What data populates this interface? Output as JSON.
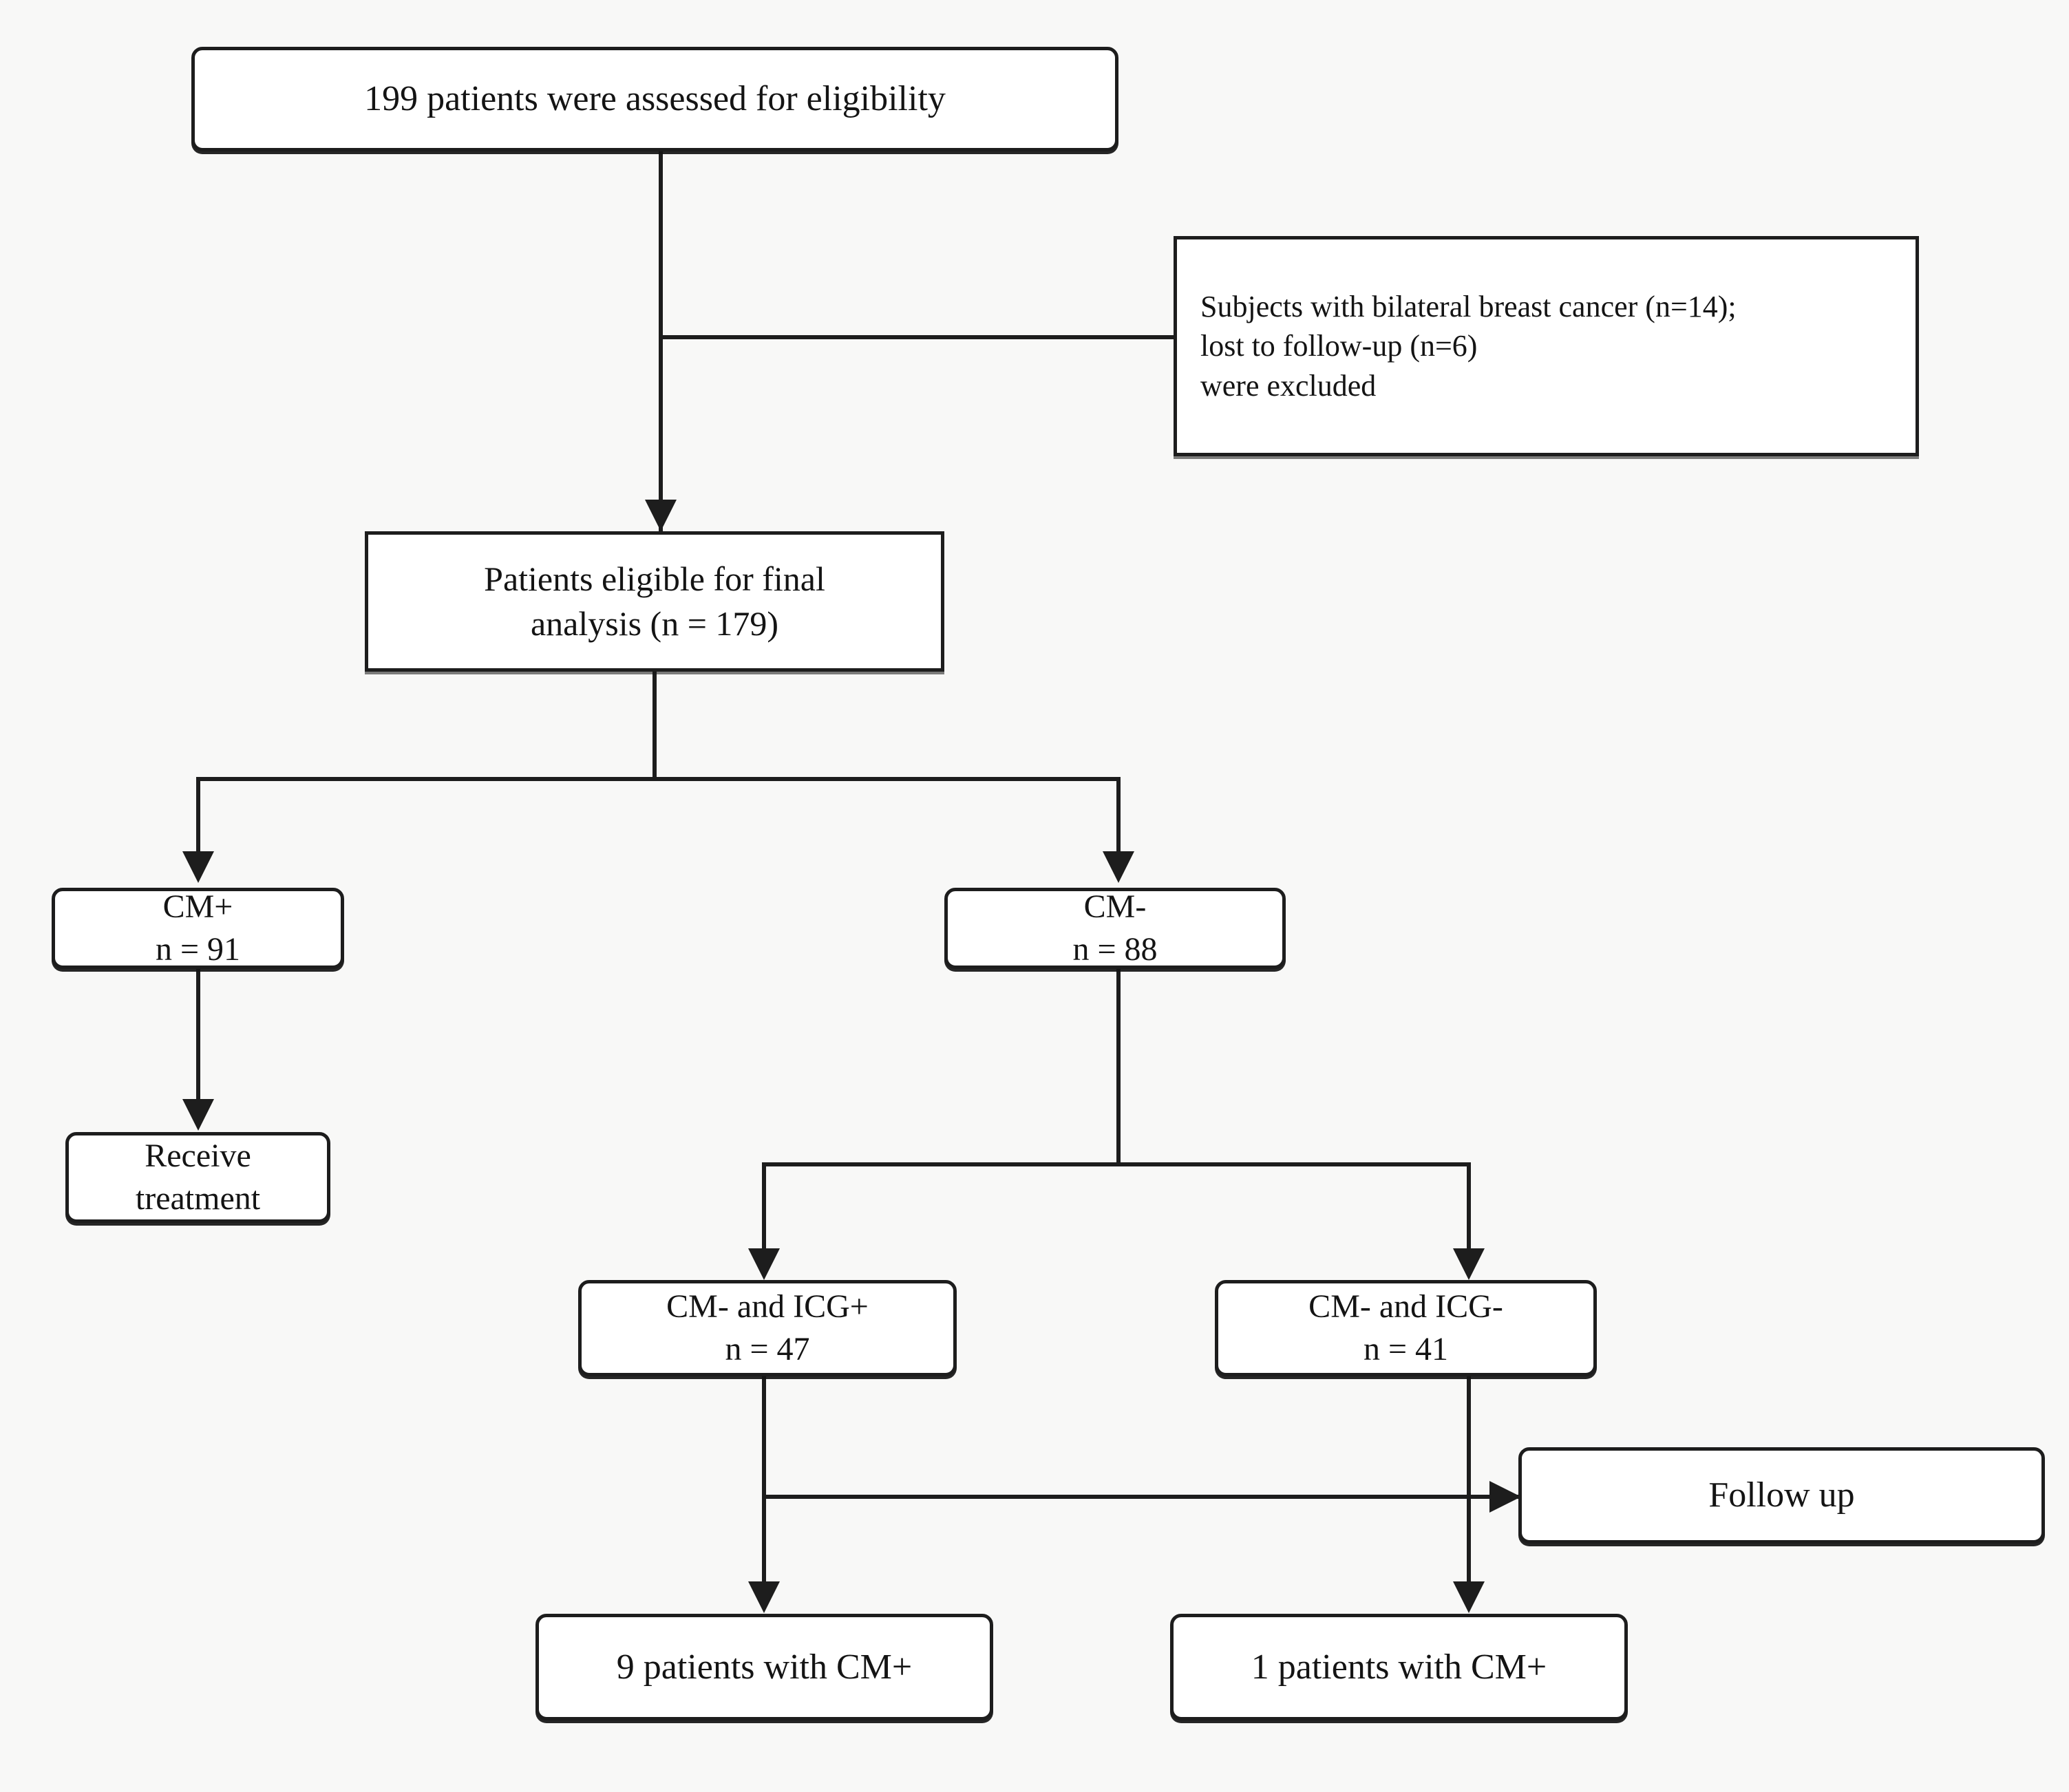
{
  "diagram": {
    "type": "flowchart",
    "title": "Patient enrollment flow diagram",
    "background_color": "#f8f8f7",
    "line_color": "#1d1d1d",
    "box_fill": "#ffffff",
    "nodes": {
      "assessed": {
        "label": "199 patients were assessed for eligibility",
        "shape": "rounded-rect",
        "count": 199
      },
      "excluded": {
        "line1": "Subjects with bilateral breast cancer (n=14);",
        "line2": "lost to follow-up (n=6)",
        "line3": "were excluded",
        "shape": "rect",
        "bilateral_n": 14,
        "lost_followup_n": 6
      },
      "eligible": {
        "line1": "Patients eligible for final",
        "line2": "analysis (n = 179)",
        "shape": "rect",
        "count": 179
      },
      "cm_pos": {
        "line1": "CM+",
        "line2": "n = 91",
        "shape": "rounded-rect",
        "count": 91
      },
      "cm_neg": {
        "line1": "CM-",
        "line2": "n = 88",
        "shape": "rounded-rect",
        "count": 88
      },
      "receive_treatment": {
        "line1": "Receive",
        "line2": "treatment",
        "shape": "rounded-rect"
      },
      "cmneg_icgpos": {
        "line1": "CM- and ICG+",
        "line2": "n = 47",
        "shape": "rounded-rect",
        "count": 47
      },
      "cmneg_icgneg": {
        "line1": "CM- and ICG-",
        "line2": "n = 41",
        "shape": "rounded-rect",
        "count": 41
      },
      "follow_up": {
        "label": "Follow up",
        "shape": "rounded-rect"
      },
      "outcome_icgpos": {
        "label": "9 patients with CM+",
        "shape": "rounded-rect",
        "count": 9
      },
      "outcome_icgneg": {
        "label": "1 patients with CM+",
        "shape": "rounded-rect",
        "count": 1
      }
    },
    "edges": [
      {
        "from": "assessed",
        "to": "excluded",
        "style": "elbow-right-arrow"
      },
      {
        "from": "assessed",
        "to": "eligible",
        "style": "straight-down-arrow"
      },
      {
        "from": "eligible",
        "to": "cm_pos",
        "style": "split-down-arrow"
      },
      {
        "from": "eligible",
        "to": "cm_neg",
        "style": "split-down-arrow"
      },
      {
        "from": "cm_pos",
        "to": "receive_treatment",
        "style": "straight-down-arrow"
      },
      {
        "from": "cm_neg",
        "to": "cmneg_icgpos",
        "style": "split-down-arrow"
      },
      {
        "from": "cm_neg",
        "to": "cmneg_icgneg",
        "style": "split-down-arrow"
      },
      {
        "from": "cmneg_icgpos",
        "to": "follow_up",
        "style": "elbow-right-arrow"
      },
      {
        "from": "cmneg_icgneg",
        "to": "follow_up",
        "style": "elbow-right-arrow"
      },
      {
        "from": "cmneg_icgpos",
        "to": "outcome_icgpos",
        "style": "straight-down-arrow"
      },
      {
        "from": "cmneg_icgneg",
        "to": "outcome_icgneg",
        "style": "straight-down-arrow"
      }
    ]
  }
}
